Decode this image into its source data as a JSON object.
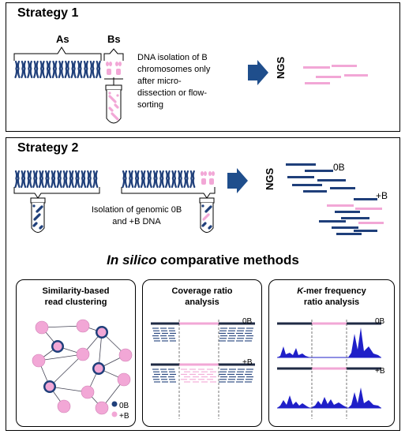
{
  "strategy1": {
    "title": "Strategy 1",
    "as_label": "As",
    "bs_label": "Bs",
    "description": [
      "DNA isolation of B",
      "chromosomes only",
      "after micro-",
      "dissection or flow-",
      "sorting"
    ],
    "ngs_label": "NGS"
  },
  "strategy2": {
    "title": "Strategy 2",
    "isolation_text": [
      "Isolation of genomic 0B",
      "and +B DNA"
    ],
    "ngs_label": "NGS",
    "label_0b": "0B",
    "label_plusb": "+B",
    "methods_heading_italic": "In silico",
    "methods_heading_rest": " comparative methods",
    "method1": {
      "title": [
        "Similarity-based",
        "read clustering"
      ],
      "legend_0b": "0B",
      "legend_plusb": "+B"
    },
    "method2": {
      "title": [
        "Coverage ratio",
        "analysis"
      ],
      "label_0b": "0B",
      "label_plusb": "+B"
    },
    "method3": {
      "title_italic": "K",
      "title_rest": "-mer frequency",
      "title_line2": "ratio analysis",
      "label_0b": "0B",
      "label_plusb": "+B"
    }
  },
  "colors": {
    "blue": "#1f3f7a",
    "pink": "#f2a7d6",
    "arrow": "#1f4e8c",
    "kmer": "#1f1fc8"
  }
}
